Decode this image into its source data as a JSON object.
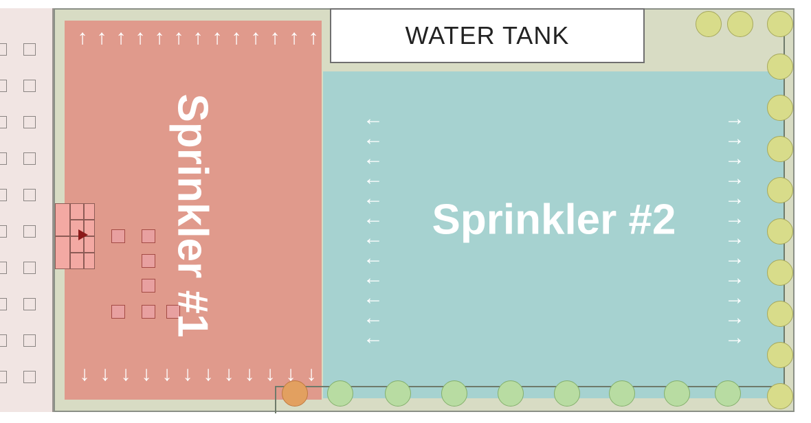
{
  "water_tank": {
    "label": "WATER TANK"
  },
  "zones": [
    {
      "label": "Sprinkler #1",
      "color": "#e09a8c",
      "arrow_top": "↑",
      "arrow_bottom": "↓"
    },
    {
      "label": "Sprinkler #2",
      "color": "#a6d2d0",
      "arrow_left": "←",
      "arrow_right": "→"
    }
  ],
  "colors": {
    "site": "#d8dcc4",
    "strip": "#f1e5e3",
    "shrub": "#b8dca2",
    "hedge": "#d8dc8a"
  },
  "icons": {
    "shrub": "shrub-icon",
    "valve": "valve-icon",
    "square": "paver-square"
  }
}
